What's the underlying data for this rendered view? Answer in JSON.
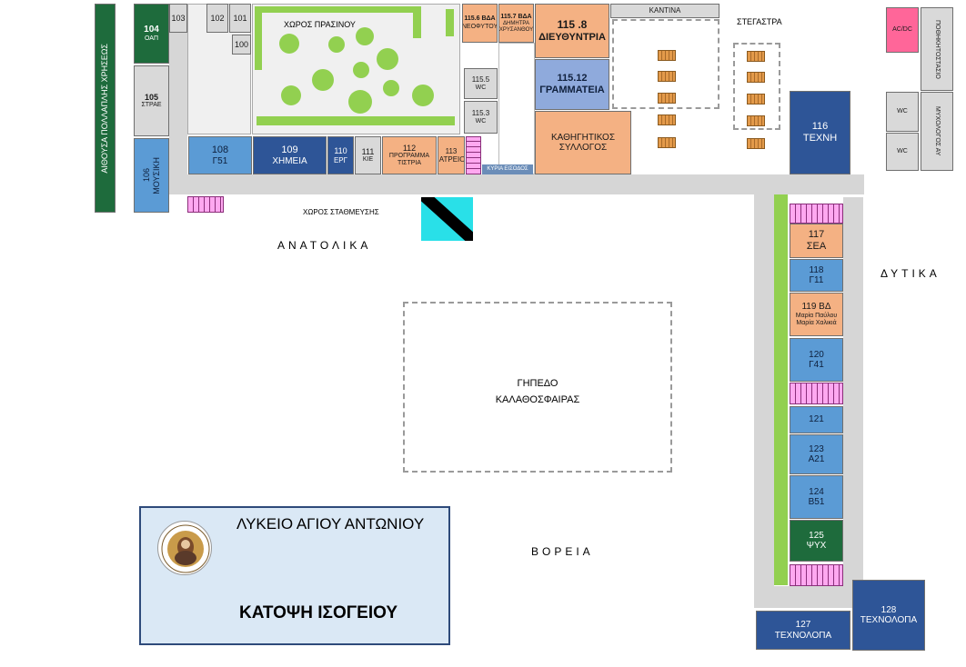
{
  "labels": {
    "hall": "ΑΙΘΟΥΣΑ ΠΟΛΛΑΠΛΗΣ ΧΡΗΣΕΩΣ",
    "green_area": "ΧΩΡΟΣ ΠΡΑΣΙΝΟΥ",
    "canteen": "ΚΑΝΤΙΝΑ",
    "shelter": "ΣΤΕΓΑΣΤΡΑ",
    "parking": "ΧΩΡΟΣ ΣΤΑΘΜΕΥΣΗΣ",
    "main_entrance": "ΚΥΡΙΑ ΕΙΣΟΔΟΣ",
    "east": "ΑΝΑΤΟΛΙΚΑ",
    "west": "ΔΥΤΙΚΑ",
    "north": "ΒΟΡΕΙΑ",
    "court_line1": "ΓΗΠΕΔΟ",
    "court_line2": "ΚΑΛΑΘΟΣΦΑΙΡΑΣ",
    "wc": "WC",
    "acdc": "AC/DC",
    "top_right_tall": "ΠΟΘΗΚΗΤΟΣΤΑΣΙΟ",
    "top_right_mid": "ΜΥΧΟΛΟΓΟΣ ΑΥ"
  },
  "rooms": {
    "r100": {
      "num": "100"
    },
    "r101": {
      "num": "101"
    },
    "r102": {
      "num": "102"
    },
    "r103": {
      "num": "103"
    },
    "r104": {
      "num": "104",
      "name": "ΟΑΠ"
    },
    "r105": {
      "num": "105",
      "name": "ΣΤΡΑΕ"
    },
    "r106": {
      "num": "106",
      "name": "ΜΟΥΣΙΚΗ"
    },
    "r108": {
      "num": "108",
      "name": "Γ51"
    },
    "r109": {
      "num": "109",
      "name": "ΧΗΜΕΙΑ"
    },
    "r110": {
      "num": "110",
      "name": "ΕΡΓ"
    },
    "r111": {
      "num": "111",
      "name": "ΚΙΕ"
    },
    "r112": {
      "num": "112",
      "name": "ΠΡΟΓΡΑΜΜΑ",
      "extra": "ΤΙΣΤΡΙΑ"
    },
    "r113": {
      "num": "113",
      "name": "ΙΑΤΡΕΙΟ"
    },
    "r1156": {
      "num": "115.6 ΒΔΑ",
      "name": "ΝΕΟΦΥΤΟΥ"
    },
    "r1157": {
      "num": "115.7 ΒΔΑ",
      "name": "ΔΗΜΗΤΡΑ",
      "extra": "ΧΡΥΣΑΝΘΟΥ"
    },
    "r1158": {
      "num": "115 .8",
      "name": "ΔΙΕΥΘΥΝΤΡΙΑ"
    },
    "r1155": {
      "num": "115.5",
      "name": "WC"
    },
    "r1153": {
      "num": "115.3",
      "name": "WC"
    },
    "r11512": {
      "num": "115.12",
      "name": "ΓΡΑΜΜΑΤΕΙΑ"
    },
    "staff": {
      "name": "ΚΑΘΗΓΗΤΙΚΟΣ",
      "extra": "ΣΥΛΛΟΓΟΣ"
    },
    "r116": {
      "num": "116",
      "name": "ΤΕΧΝΗ"
    },
    "r117": {
      "num": "117",
      "name": "ΣΕΑ"
    },
    "r118": {
      "num": "118",
      "name": "Γ11"
    },
    "r119": {
      "num": "119 ΒΔ",
      "name": "Μαρία Παύλου",
      "extra": "Μαρία Χαλικιά"
    },
    "r120": {
      "num": "120",
      "name": "Γ41"
    },
    "r121": {
      "num": "121"
    },
    "r123": {
      "num": "123",
      "name": "Α21"
    },
    "r124": {
      "num": "124",
      "name": "Β51"
    },
    "r125": {
      "num": "125",
      "name": "ΨΥΧ"
    },
    "r127": {
      "num": "127",
      "name": "ΤΕΧΝΟΛΟΠΑ"
    },
    "r128": {
      "num": "128",
      "name": "ΤΕΧΝΟΛΟΠΑ"
    }
  },
  "title_box": {
    "school": "ΛΥΚΕΙΟ ΑΓΙΟΥ ΑΝΤΩΝΙΟΥ",
    "plan": "ΚΑΤΟΨΗ ΙΣΟΓΕΙΟΥ"
  },
  "colors": {
    "blue_room": "#5b9bd5",
    "navy_room": "#2e5597",
    "salmon_room": "#f4b183",
    "green_room": "#1e6b3c",
    "grass": "#92d050",
    "road": "#d6d6d6",
    "stairs": "#ffa8f0",
    "title_bg": "#dae8f5",
    "title_border": "#2e4a7a",
    "entrance_marker": "#29e0e8"
  }
}
